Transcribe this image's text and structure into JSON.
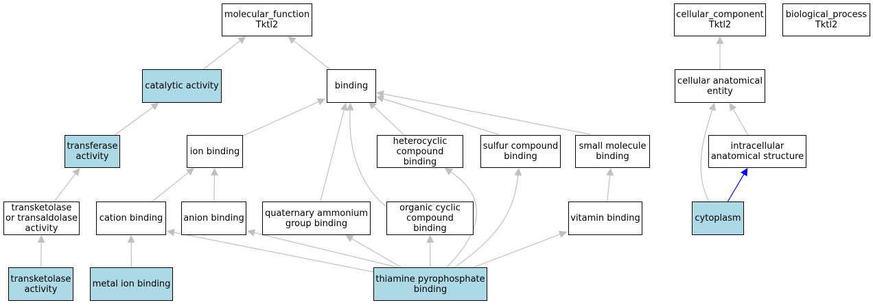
{
  "colors": {
    "highlight": "#add8e6",
    "edge": "#c0c0c0",
    "edge_active": "#0000ee",
    "border": "#000000"
  },
  "nodes": {
    "molecular_function": {
      "label": "molecular_function\nTktl2",
      "highlighted": false
    },
    "cellular_component": {
      "label": "cellular_component\nTktl2",
      "highlighted": false
    },
    "biological_process": {
      "label": "biological_process\nTktl2",
      "highlighted": false
    },
    "catalytic_activity": {
      "label": "catalytic activity",
      "highlighted": true
    },
    "binding": {
      "label": "binding",
      "highlighted": false
    },
    "cellular_anatomical_entity": {
      "label": "cellular anatomical\nentity",
      "highlighted": false
    },
    "transferase_activity": {
      "label": "transferase\nactivity",
      "highlighted": true
    },
    "ion_binding": {
      "label": "ion binding",
      "highlighted": false
    },
    "heterocyclic_compound_binding": {
      "label": "heterocyclic\ncompound binding",
      "highlighted": false
    },
    "sulfur_compound_binding": {
      "label": "sulfur compound\nbinding",
      "highlighted": false
    },
    "small_molecule_binding": {
      "label": "small molecule\nbinding",
      "highlighted": false
    },
    "intracellular_anatomical_structure": {
      "label": "intracellular\nanatomical structure",
      "highlighted": false
    },
    "transketolase_or_transaldolase_activity": {
      "label": "transketolase\nor transaldolase\nactivity",
      "highlighted": false
    },
    "cation_binding": {
      "label": "cation binding",
      "highlighted": false
    },
    "anion_binding": {
      "label": "anion binding",
      "highlighted": false
    },
    "quaternary_ammonium_group_binding": {
      "label": "quaternary ammonium\ngroup binding",
      "highlighted": false
    },
    "organic_cyclic_compound_binding": {
      "label": "organic cyclic\ncompound binding",
      "highlighted": false
    },
    "vitamin_binding": {
      "label": "vitamin binding",
      "highlighted": false
    },
    "cytoplasm": {
      "label": "cytoplasm",
      "highlighted": true
    },
    "transketolase_activity": {
      "label": "transketolase\nactivity",
      "highlighted": true
    },
    "metal_ion_binding": {
      "label": "metal ion binding",
      "highlighted": true
    },
    "thiamine_pyrophosphate_binding": {
      "label": "thiamine pyrophosphate\nbinding",
      "highlighted": true
    }
  },
  "edges": [
    {
      "from": "catalytic_activity",
      "to": "molecular_function"
    },
    {
      "from": "binding",
      "to": "molecular_function"
    },
    {
      "from": "transferase_activity",
      "to": "catalytic_activity"
    },
    {
      "from": "transketolase_or_transaldolase_activity",
      "to": "transferase_activity"
    },
    {
      "from": "transketolase_activity",
      "to": "transketolase_or_transaldolase_activity"
    },
    {
      "from": "ion_binding",
      "to": "binding"
    },
    {
      "from": "heterocyclic_compound_binding",
      "to": "binding"
    },
    {
      "from": "sulfur_compound_binding",
      "to": "binding"
    },
    {
      "from": "small_molecule_binding",
      "to": "binding"
    },
    {
      "from": "quaternary_ammonium_group_binding",
      "to": "binding"
    },
    {
      "from": "organic_cyclic_compound_binding",
      "to": "binding"
    },
    {
      "from": "cation_binding",
      "to": "ion_binding"
    },
    {
      "from": "anion_binding",
      "to": "ion_binding"
    },
    {
      "from": "metal_ion_binding",
      "to": "cation_binding"
    },
    {
      "from": "vitamin_binding",
      "to": "small_molecule_binding"
    },
    {
      "from": "thiamine_pyrophosphate_binding",
      "to": "cation_binding"
    },
    {
      "from": "thiamine_pyrophosphate_binding",
      "to": "anion_binding"
    },
    {
      "from": "thiamine_pyrophosphate_binding",
      "to": "quaternary_ammonium_group_binding"
    },
    {
      "from": "thiamine_pyrophosphate_binding",
      "to": "organic_cyclic_compound_binding"
    },
    {
      "from": "thiamine_pyrophosphate_binding",
      "to": "heterocyclic_compound_binding"
    },
    {
      "from": "thiamine_pyrophosphate_binding",
      "to": "sulfur_compound_binding"
    },
    {
      "from": "thiamine_pyrophosphate_binding",
      "to": "vitamin_binding"
    },
    {
      "from": "cellular_anatomical_entity",
      "to": "cellular_component"
    },
    {
      "from": "intracellular_anatomical_structure",
      "to": "cellular_anatomical_entity"
    },
    {
      "from": "cytoplasm",
      "to": "cellular_anatomical_entity"
    },
    {
      "from": "cytoplasm",
      "to": "intracellular_anatomical_structure",
      "active": true
    }
  ]
}
